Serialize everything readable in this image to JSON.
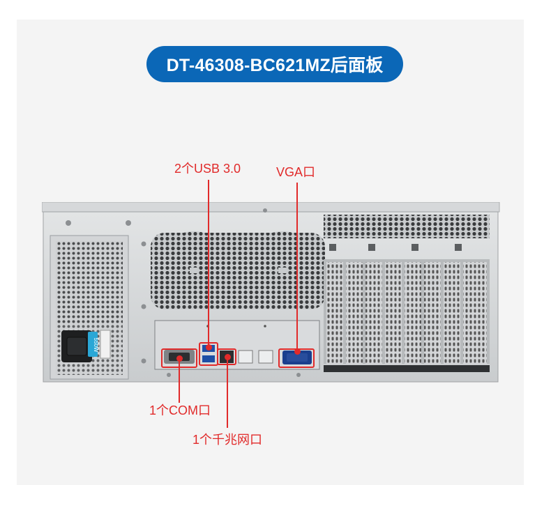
{
  "title": "DT-46308-BC621MZ后面板",
  "image": {
    "alt": "DT-46308-BC621MZ rear panel photo",
    "psu_rating": "550W"
  },
  "callouts": {
    "usb": "2个USB 3.0",
    "vga": "VGA口",
    "com": "1个COM口",
    "lan": "1个千兆网口"
  },
  "colors": {
    "pill": "#0b67b7",
    "callout": "#e12a2a",
    "chassis": "#cfd2d4"
  }
}
